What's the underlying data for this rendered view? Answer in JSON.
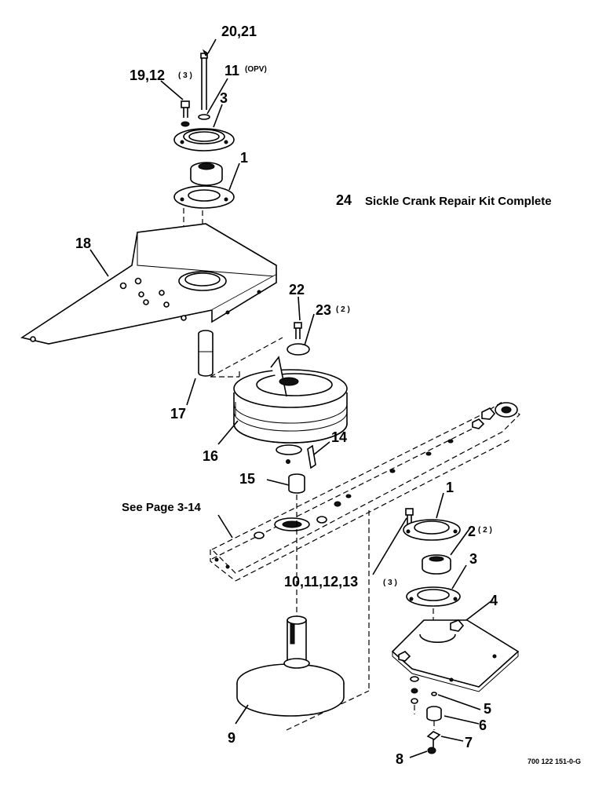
{
  "title_note": {
    "number": "24",
    "text": "Sickle Crank Repair Kit Complete"
  },
  "see_page": "See Page 3-14",
  "figure_code": "700 122 151-0-G",
  "callouts": {
    "c20_21": "20,21",
    "c19_12": "19,12",
    "c19_12_qty": "( 3 )",
    "c11": "11",
    "c11_note": "(OPV)",
    "c3_top": "3",
    "c1_top": "1",
    "c18": "18",
    "c22": "22",
    "c23": "23",
    "c23_qty": "( 2 )",
    "c17": "17",
    "c16": "16",
    "c14": "14",
    "c15": "15",
    "c1_bot": "1",
    "c2": "2",
    "c2_qty": "( 2 )",
    "c3_bot": "3",
    "c10_13": "10,11,12,13",
    "c10_13_qty": "( 3 )",
    "c4": "4",
    "c9": "9",
    "c5": "5",
    "c6": "6",
    "c7": "7",
    "c8": "8"
  }
}
